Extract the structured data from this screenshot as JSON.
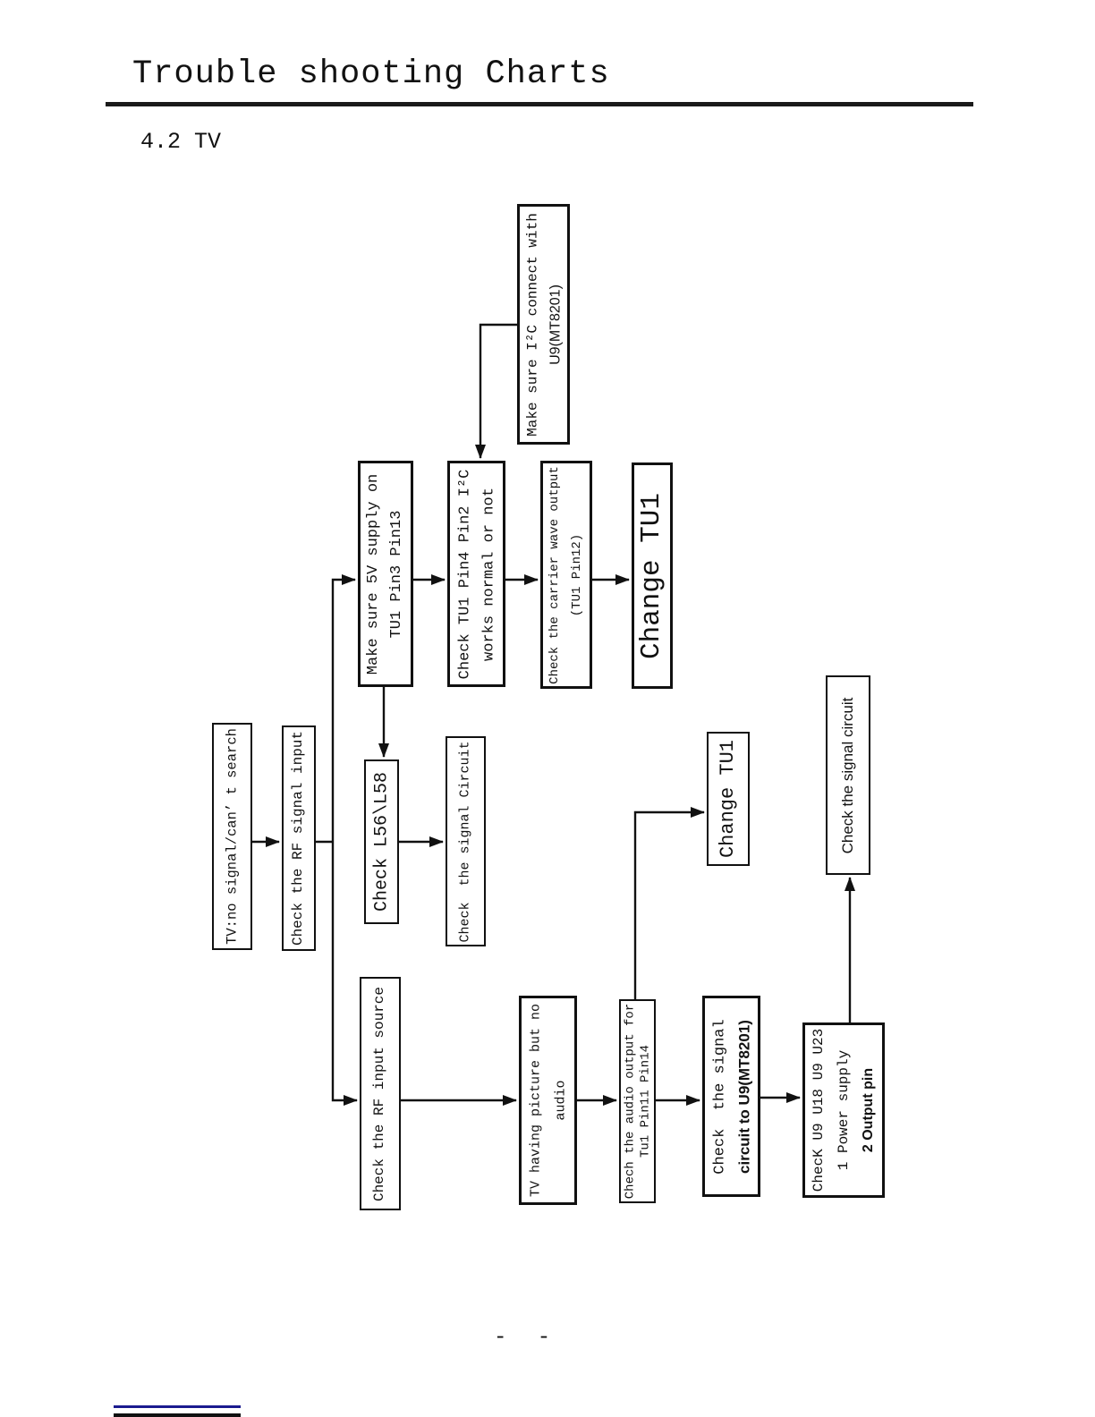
{
  "page": {
    "title": "Trouble shooting Charts",
    "section": "4.2 TV",
    "footer_dashes": "- -"
  },
  "flowchart": {
    "nodes": {
      "tv_no_signal": {
        "lines": [
          "TV:no signal/can’ t search"
        ]
      },
      "rf_signal_input": {
        "lines": [
          "Check the RF signal input"
        ]
      },
      "make_sure_5v": {
        "lines": [
          "Make sure 5V supply on",
          "TU1 Pin3 Pin13"
        ]
      },
      "check_tu1_pins": {
        "lines": [
          "Check TU1 Pin4 Pin2 I²C",
          "works normal or not"
        ]
      },
      "carrier_wave": {
        "lines": [
          "Check the carrier wave output",
          "(TU1 Pin12)"
        ]
      },
      "change_tu1_top": {
        "lines": [
          "Change TU1"
        ]
      },
      "i2c_connect": {
        "lines": [
          "Make sure I²C connect with",
          "U9(MT8201)"
        ]
      },
      "check_l56_l58": {
        "lines": [
          "Check L56\\L58"
        ]
      },
      "signal_circuit_a": {
        "lines": [
          "Check  the signal Circuit"
        ]
      },
      "rf_input_source": {
        "lines": [
          "Check the RF input source"
        ]
      },
      "tv_picture_no_audio": {
        "lines": [
          "TV having picture but no",
          "audio"
        ]
      },
      "audio_output": {
        "lines": [
          "Chech the audio output for",
          "Tu1 Pin11 Pin14"
        ]
      },
      "change_tu1_mid": {
        "lines": [
          "Change TU1"
        ]
      },
      "signal_to_u9": {
        "lines": [
          "Check  the signal",
          "circuit to U9(MT8201)"
        ]
      },
      "check_u9_u18": {
        "lines": [
          "ChecK U9 U18 U9 U23",
          "1 Power supply",
          "2 Output pin"
        ]
      },
      "signal_circuit_b": {
        "lines": [
          "Check the signal circuit"
        ]
      }
    }
  }
}
